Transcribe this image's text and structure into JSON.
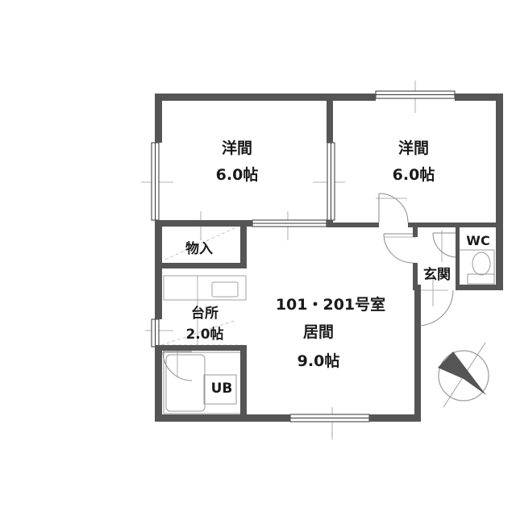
{
  "rooms": {
    "western_left": {
      "name": "洋間",
      "size": "6.0帖"
    },
    "western_right": {
      "name": "洋間",
      "size": "6.0帖"
    },
    "storage": {
      "name": "物入"
    },
    "wc": {
      "name": "WC"
    },
    "entrance": {
      "name": "玄関"
    },
    "kitchen": {
      "name": "台所",
      "size": "2.0帖"
    },
    "living": {
      "units": "101・201号室",
      "name": "居間",
      "size": "9.0帖"
    },
    "bath": {
      "name": "UB"
    }
  },
  "compass": {
    "icon": "north-arrow-icon"
  }
}
